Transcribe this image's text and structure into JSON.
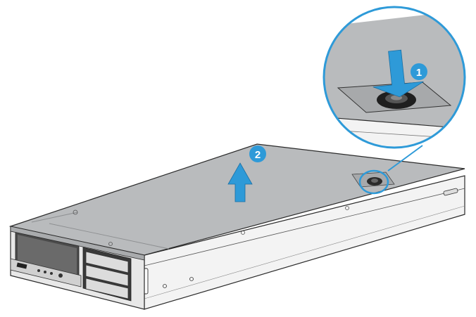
{
  "diagram": {
    "steps": [
      {
        "number": "1",
        "action": "press-release-button"
      },
      {
        "number": "2",
        "action": "lift-access-panel"
      }
    ],
    "colors": {
      "panel_top": "#b9bbbd",
      "panel_top_dark": "#a9abad",
      "chassis_side": "#f2f2f2",
      "chassis_front": "#e6e6e6",
      "outline": "#2a2a2a",
      "callout_blue": "#2e9ad8",
      "magnifier_ring": "#2e9ad8"
    },
    "icons": [
      "arrow-down-icon",
      "arrow-up-icon",
      "release-button-icon",
      "magnifier-callout"
    ]
  }
}
